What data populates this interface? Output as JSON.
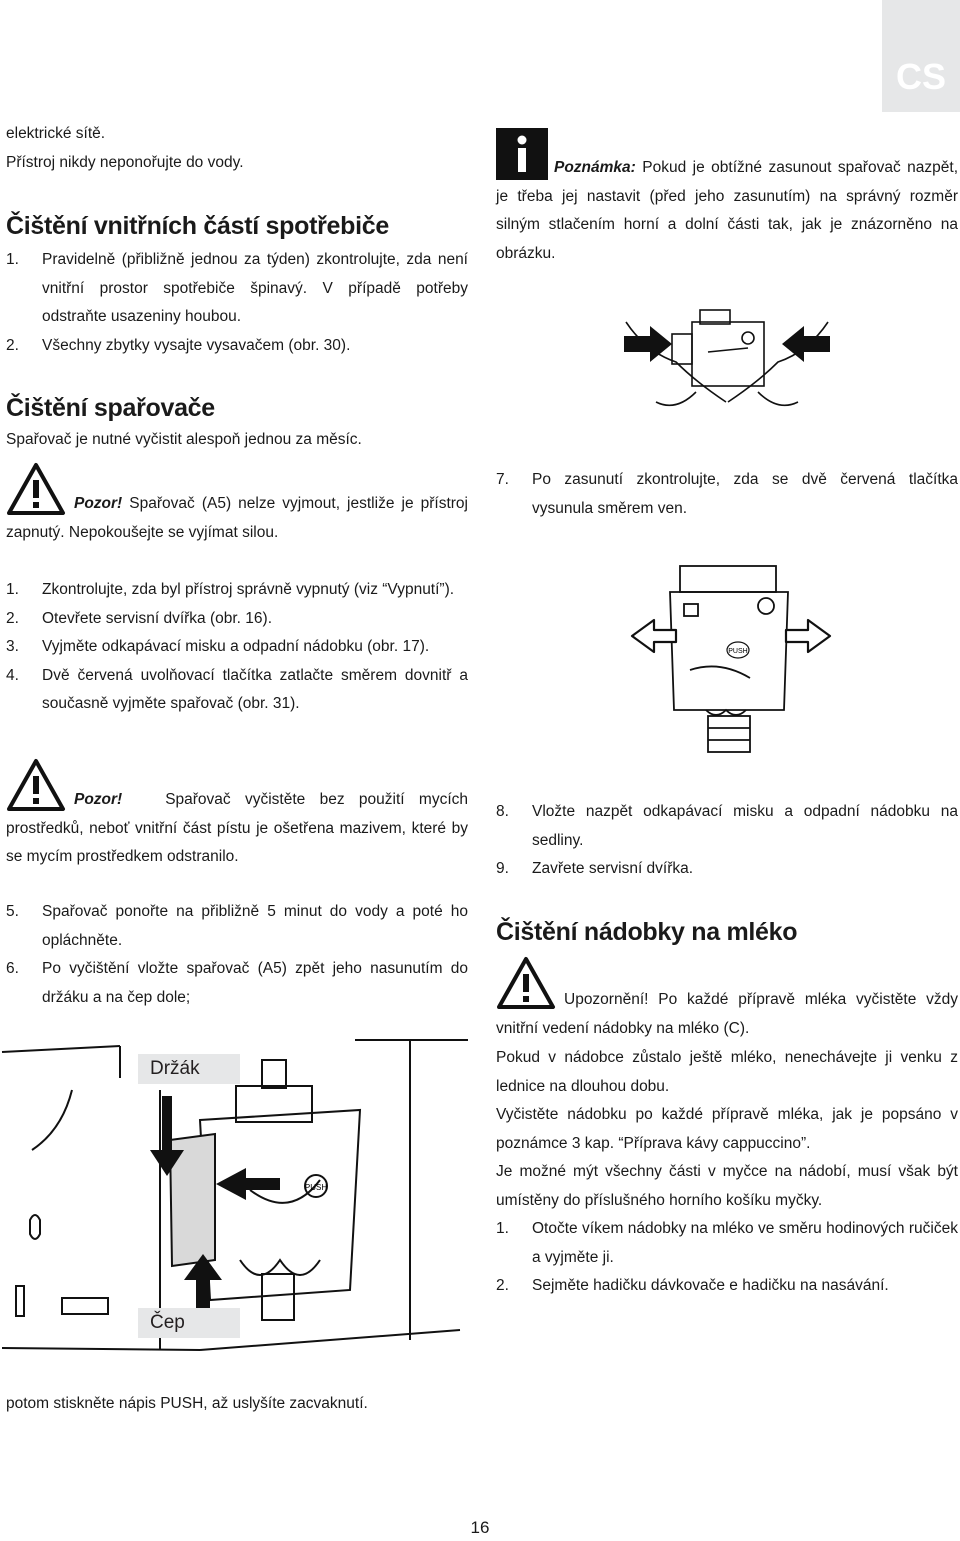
{
  "lang_tab": "CS",
  "left": {
    "intro_lines": [
      "elektrické sítě.",
      "Přístroj nikdy neponořujte do vody."
    ],
    "heading_inner": "Čištění vnitřních částí spotřebiče",
    "inner_steps": [
      {
        "num": "1.",
        "text": "Pravidelně (přibližně jednou za týden) zkontrolujte, zda není vnitřní prostor spotřebiče špinavý. V případě potřeby odstraňte usazeniny houbou."
      },
      {
        "num": "2.",
        "text": "Všechny zbytky vysajte vysavačem (obr. 30)."
      }
    ],
    "heading_brewer": "Čištění spařovače",
    "brewer_intro": "Spařovač je nutné vyčistit alespoň jednou za měsíc.",
    "warn1_label": "Pozor!",
    "warn1_text": " Spařovač (A5) nelze vyjmout, jestliže je přístroj zapnutý. Nepokoušejte se vyjímat silou.",
    "brewer_steps": [
      {
        "num": "1.",
        "text": "Zkontrolujte, zda byl přístroj správně vypnutý (viz “Vypnutí”)."
      },
      {
        "num": "2.",
        "text": "Otevřete servisní dvířka (obr. 16)."
      },
      {
        "num": "3.",
        "text": "Vyjměte odkapávací misku a odpadní nádobku (obr. 17)."
      },
      {
        "num": "4.",
        "text": "Dvě červená uvolňovací tlačítka zatlačte směrem dovnitř a současně vyjměte spařovač (obr. 31)."
      }
    ],
    "warn2_label": "Pozor!",
    "warn2_text": "Spařovač vyčistěte bez použití mycích prostředků, neboť vnitřní část pístu je ošetřena mazivem, které by se mycím prostředkem odstranilo.",
    "brewer_steps2": [
      {
        "num": "5.",
        "text": "Spařovač ponořte na přibližně 5 minut do vody a poté ho opláchněte."
      },
      {
        "num": "6.",
        "text": "Po vyčištění vložte spařovač (A5) zpět jeho nasunutím do držáku a na čep dole;"
      }
    ],
    "fig_label_top": "Držák",
    "fig_label_bottom": "Čep",
    "push_text": "PUSH",
    "closing": "potom stiskněte nápis PUSH, až uslyšíte zacvaknutí."
  },
  "right": {
    "note_label": "Poznámka:",
    "note_text": " Pokud je obtížné zasunout spařovač nazpět, je třeba jej nastavit (před jeho zasunutím) na správný rozměr silným stlačením horní a dolní části tak, jak je znázorněno na obrázku.",
    "step7": {
      "num": "7.",
      "text": "Po zasunutí zkontrolujte, zda se dvě červená tlačítka vysunula směrem ven."
    },
    "push_text": "PUSH",
    "steps89": [
      {
        "num": "8.",
        "text": "Vložte nazpět odkapávací misku a odpadní nádobku na sedliny."
      },
      {
        "num": "9.",
        "text": "Zavřete servisní dvířka."
      }
    ],
    "heading_milk": "Čištění nádobky na mléko",
    "warn3_label": "Upozornění!",
    "warn3_text": " Po každé přípravě mléka vyčistěte vždy vnitřní vedení nádobky na mléko (C).",
    "milk_paras": [
      "Pokud v nádobce zůstalo ještě mléko, nenechávejte ji venku z lednice na dlouhou dobu.",
      "Vyčistěte nádobku po každé přípravě mléka, jak je popsáno v poznámce 3 kap. “Příprava kávy cappuccino”.",
      "Je možné mýt všechny části v myčce na nádobí, musí však být umístěny do příslušného horního košíku myčky."
    ],
    "milk_steps": [
      {
        "num": "1.",
        "text": "Otočte víkem nádobky na mléko ve směru hodinových ručiček a vyjměte ji."
      },
      {
        "num": "2.",
        "text": "Sejměte hadičku dávkovače e hadičku na nasávání."
      }
    ]
  },
  "page_number": "16"
}
